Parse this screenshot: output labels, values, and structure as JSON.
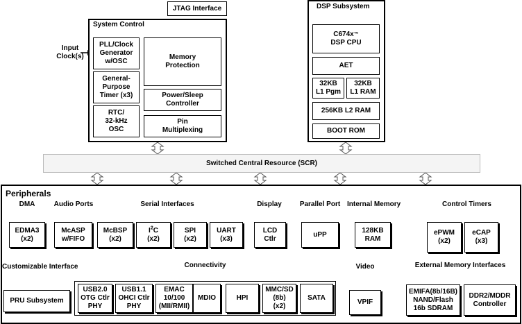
{
  "colors": {
    "line": "#000000",
    "scr_fill": "#f4f4f4",
    "scr_border": "#bbbbbb",
    "arrow": "#555555"
  },
  "jtag": {
    "label": "JTAG Interface"
  },
  "system_control": {
    "title": "System Control",
    "input_clock_label": "Input\nClock(s)",
    "pll": "PLL/Clock\nGenerator\nw/OSC",
    "timer": "General-\nPurpose\nTimer (x3)",
    "rtc": "RTC/\n32-kHz\nOSC",
    "memory_protection": "Memory\nProtection",
    "power_sleep": "Power/Sleep\nController",
    "pin_mux": "Pin\nMultiplexing"
  },
  "dsp": {
    "title": "DSP Subsystem",
    "cpu_name": "C674x",
    "cpu_tm": "™",
    "cpu_sub": "DSP CPU",
    "aet": "AET",
    "l1_pgm": "32KB\nL1 Pgm",
    "l1_ram": "32KB\nL1 RAM",
    "l2_ram": "256KB L2 RAM",
    "boot_rom": "BOOT ROM"
  },
  "scr": {
    "label": "Switched Central Resource (SCR)"
  },
  "peripherals": {
    "title": "Peripherals",
    "dma": {
      "title": "DMA",
      "edma": "EDMA3\n(x2)"
    },
    "audio": {
      "title": "Audio Ports",
      "mcasp": "McASP\nw/FIFO"
    },
    "serial": {
      "title": "Serial Interfaces",
      "mcbsp": "McBSP\n(x2)",
      "i2c_base": "I",
      "i2c_sup": "2",
      "i2c_rest": "C",
      "i2c_count": "(x2)",
      "spi": "SPI\n(x2)",
      "uart": "UART\n(x3)"
    },
    "display": {
      "title": "Display",
      "lcd": "LCD\nCtlr"
    },
    "parallel": {
      "title": "Parallel Port",
      "upp": "uPP"
    },
    "internal_memory": {
      "title": "Internal Memory",
      "ram": "128KB\nRAM"
    },
    "control_timers": {
      "title": "Control Timers",
      "epwm": "ePWM\n(x2)",
      "ecap": "eCAP\n(x3)"
    },
    "customizable": {
      "title": "Customizable Interface",
      "pru": "PRU Subsystem"
    },
    "connectivity": {
      "title": "Connectivity",
      "usb20": "USB2.0\nOTG Ctlr\nPHY",
      "usb11": "USB1.1\nOHCI Ctlr\nPHY",
      "emac": "EMAC\n10/100\n(MII/RMII)",
      "mdio": "MDIO",
      "hpi": "HPI",
      "mmc": "MMC/SD\n(8b)\n(x2)",
      "sata": "SATA"
    },
    "video": {
      "title": "Video",
      "vpif": "VPIF"
    },
    "external_memory": {
      "title": "External Memory Interfaces",
      "emifa": "EMIFA(8b/16B)\nNAND/Flash\n16b SDRAM",
      "ddr2": "DDR2/MDDR\nController"
    }
  }
}
